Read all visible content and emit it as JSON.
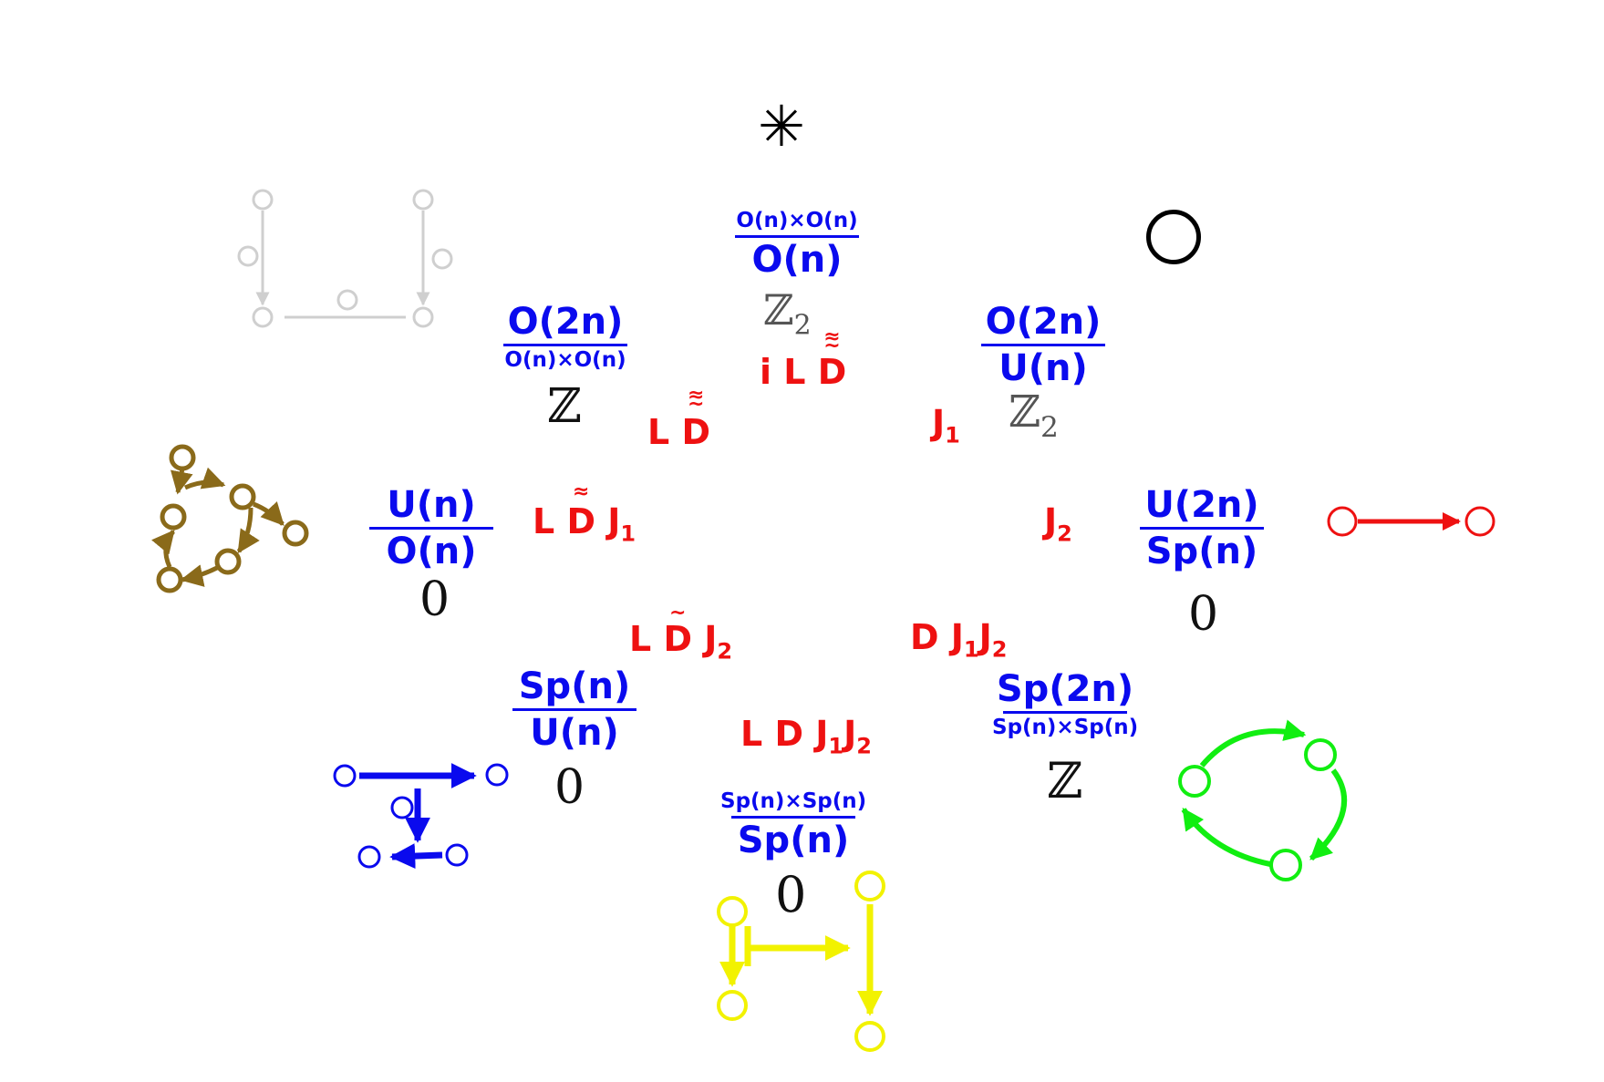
{
  "symbols": {
    "asterisk": "✳",
    "circle": "◯"
  },
  "nodes": {
    "top": {
      "num": "O(n)×O(n)",
      "den": "O(n)",
      "homotopy": "ℤ",
      "homotopy_sub": "2"
    },
    "upper_left": {
      "num": "O(2n)",
      "den": "O(n)×O(n)",
      "homotopy": "ℤ"
    },
    "upper_right": {
      "num": "O(2n)",
      "den": "U(n)",
      "homotopy": "ℤ",
      "homotopy_sub": "2"
    },
    "left": {
      "num": "U(n)",
      "den": "O(n)",
      "homotopy": "0"
    },
    "right": {
      "num": "U(2n)",
      "den": "Sp(n)",
      "homotopy": "0"
    },
    "lower_left": {
      "num": "Sp(n)",
      "den": "U(n)",
      "homotopy": "0"
    },
    "lower_right": {
      "num": "Sp(2n)",
      "den": "Sp(n)×Sp(n)",
      "homotopy": "ℤ"
    },
    "bottom": {
      "num": "Sp(n)×Sp(n)",
      "den": "Sp(n)",
      "homotopy": "0"
    }
  },
  "operators": {
    "iLD": {
      "prefix": "i L ",
      "letter": "D",
      "tildes": "≈\n~"
    },
    "LD_upper": {
      "prefix": "L ",
      "letter": "D",
      "tildes": "≈\n~"
    },
    "J1": {
      "letter": "J",
      "sub": "1"
    },
    "LDJ1": {
      "prefix": "L ",
      "letter": "D",
      "tildes": "≈",
      "suffix": " J",
      "sub": "1"
    },
    "J2": {
      "letter": "J",
      "sub": "2"
    },
    "LDJ2": {
      "prefix": "L ",
      "letter": "D",
      "tildes": "~",
      "suffix": " J",
      "sub": "2"
    },
    "DJ1J2": {
      "prefix": "D J",
      "sub1": "1",
      "mid": "J",
      "sub2": "2"
    },
    "LDJ1J2": {
      "prefix": "L D J",
      "sub1": "1",
      "mid": "J",
      "sub2": "2"
    }
  },
  "colors": {
    "gray": "#cfcfcf",
    "brown": "#8a6a1a",
    "red": "#ee1111",
    "blue": "#0a0aee",
    "green": "#11ee11",
    "yellow": "#f2f200",
    "black": "#000000"
  },
  "icon_names": {
    "gray": "gray-quiver-icon",
    "brown": "brown-cycle-quiver-icon",
    "red": "red-arrow-quiver-icon",
    "blue": "blue-quiver-icon",
    "green": "green-cycle-quiver-icon",
    "yellow": "yellow-quiver-icon"
  }
}
